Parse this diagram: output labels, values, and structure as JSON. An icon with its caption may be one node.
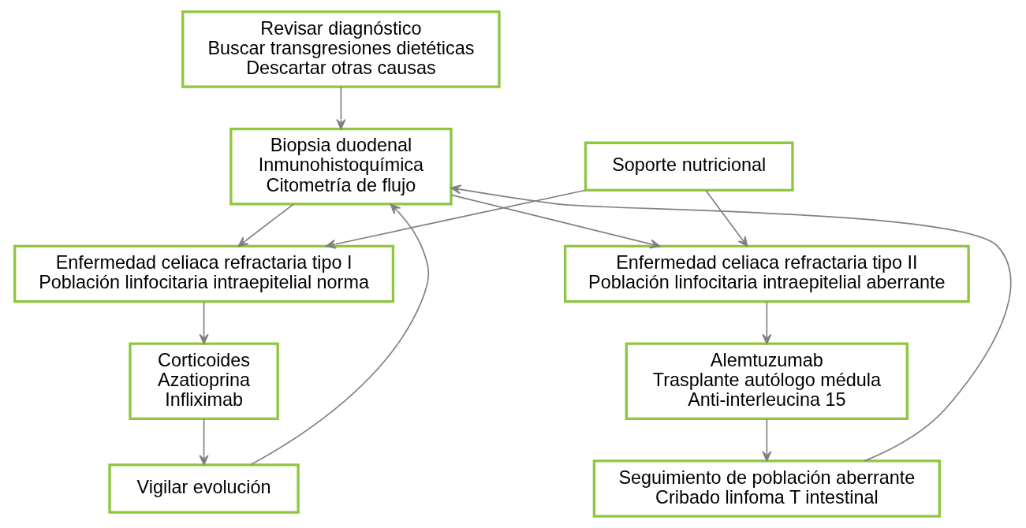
{
  "diagram": {
    "nodes": [
      {
        "text": [
          "Revisar diagnóstico",
          "Buscar transgresiones dietéticas",
          "Descartar otras causas"
        ]
      },
      {
        "text": [
          "Biopsia duodenal",
          "Inmunohistoquímica",
          "Citometría de flujo"
        ]
      },
      {
        "text": [
          "Soporte nutricional"
        ]
      },
      {
        "text": [
          "Enfermedad celiaca refractaria tipo I",
          "Población linfocitaria intraepitelial norma"
        ]
      },
      {
        "text": [
          "Enfermedad celiaca refractaria tipo II",
          "Población linfocitaria intraepitelial aberrante"
        ]
      },
      {
        "text": [
          "Corticoides",
          "Azatioprina",
          "Infliximab"
        ]
      },
      {
        "text": [
          "Alemtuzumab",
          "Trasplante autólogo médula",
          "Anti-interleucina 15"
        ]
      },
      {
        "text": [
          "Vigilar evolución"
        ]
      },
      {
        "text": [
          "Seguimiento de población aberrante",
          "Cribado linfoma T intestinal"
        ]
      }
    ],
    "edges": [
      {
        "from": 0,
        "to": 1,
        "arrow": "to"
      },
      {
        "from": 1,
        "to": 3,
        "arrow": "to"
      },
      {
        "from": 1,
        "to": 4,
        "arrow": "to"
      },
      {
        "from": 2,
        "to": 3,
        "arrow": "to"
      },
      {
        "from": 2,
        "to": 4,
        "arrow": "to"
      },
      {
        "from": 3,
        "to": 5,
        "arrow": "to"
      },
      {
        "from": 4,
        "to": 6,
        "arrow": "to"
      },
      {
        "from": 5,
        "to": 7,
        "arrow": "to"
      },
      {
        "from": 6,
        "to": 8,
        "arrow": "to"
      },
      {
        "from": 7,
        "to": 1,
        "arrow": "to"
      },
      {
        "from": 8,
        "to": 1,
        "arrow": "to"
      }
    ]
  }
}
